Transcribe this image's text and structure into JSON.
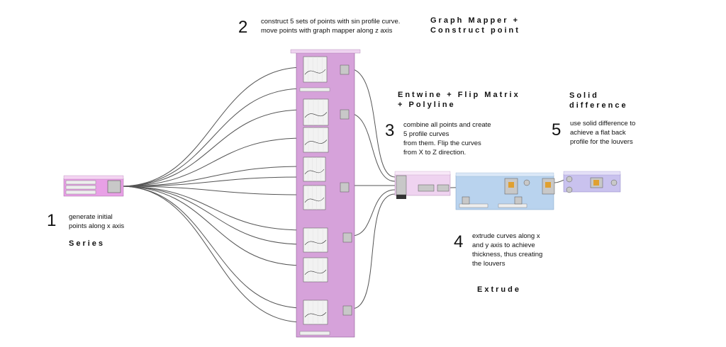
{
  "annotations": {
    "step1": {
      "number": "1",
      "text": "generate initial\npoints along x axis",
      "component": "Series"
    },
    "step2": {
      "number": "2",
      "text": "construct 5 sets of points with sin profile curve.\nmove points with graph mapper along z axis",
      "component": "Graph Mapper +\nConstruct point"
    },
    "step3": {
      "number": "3",
      "text": "combine all points and create\n5 profile curves\nfrom them. Flip the curves\nfrom X to Z direction.",
      "component": "Entwine + Flip Matrix\n+ Polyline"
    },
    "step4": {
      "number": "4",
      "text": "extrude curves along x\nand y axis to achieve\nthickness, thus creating\nthe louvers",
      "component": "Extrude"
    },
    "step5": {
      "number": "5",
      "text": "use solid difference to\nachieve a flat back\nprofile for the louvers",
      "component": "Solid\ndifference"
    }
  },
  "colors": {
    "series_group": "#e8a0e6",
    "graph_group": "#d6a2da",
    "entwine_group": "#efd3f0",
    "extrude_group": "#b9d3ee",
    "solid_group": "#c9c2ee",
    "node_fill": "#c8c8c8",
    "wire": "#555555"
  }
}
